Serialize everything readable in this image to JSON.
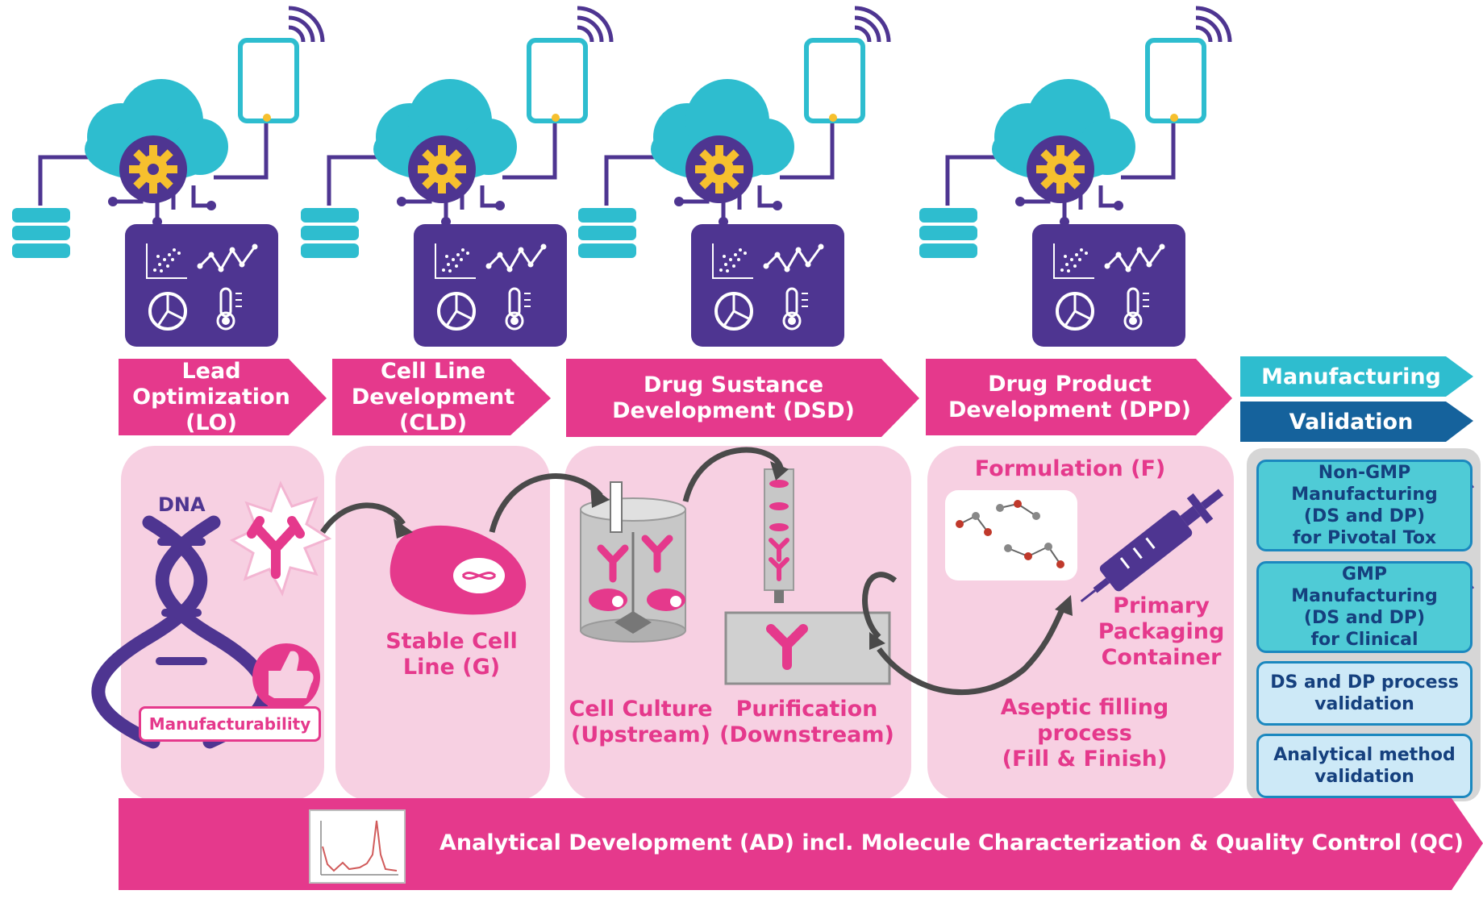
{
  "stages": [
    {
      "lines": [
        "Lead",
        "Optimization",
        "(LO)"
      ]
    },
    {
      "lines": [
        "Cell Line",
        "Development",
        "(CLD)"
      ]
    },
    {
      "lines": [
        "Drug Sustance",
        "Development (DSD)"
      ]
    },
    {
      "lines": [
        "Drug Product",
        "Development (DPD)"
      ]
    }
  ],
  "manufacturing_label": "Manufacturing",
  "validation_label": "Validation",
  "lo_panel": {
    "dna_label": "DNA",
    "manufacturability_label": "Manufacturability"
  },
  "cld_panel": {
    "stable_cell_line": [
      "Stable Cell",
      "Line (G)"
    ]
  },
  "dsd_panel": {
    "cell_culture": [
      "Cell Culture",
      "(Upstream)"
    ],
    "purification": [
      "Purification",
      "(Downstream)"
    ]
  },
  "dpd_panel": {
    "formulation": "Formulation (F)",
    "primary_packaging": [
      "Primary",
      "Packaging",
      "Container"
    ],
    "aseptic_filling": [
      "Aseptic filling",
      "process",
      "(Fill & Finish)"
    ]
  },
  "validation_boxes": [
    {
      "lines": [
        "Non-GMP",
        "Manufacturing",
        "(DS and DP)",
        "for Pivotal Tox"
      ]
    },
    {
      "lines": [
        "GMP",
        "Manufacturing",
        "(DS and DP)",
        "for Clinical"
      ]
    },
    {
      "lines": [
        "DS and DP process",
        "validation"
      ]
    },
    {
      "lines": [
        "Analytical method",
        "validation"
      ]
    }
  ],
  "analytical_bar": "Analytical Development (AD) incl. Molecule Characterization & Quality Control (QC)",
  "colors": {
    "pink": "#e5398c",
    "panel_pink": "#f7d0e2",
    "purple": "#4e3591",
    "teal": "#2ebdcf",
    "gold": "#f6c02e",
    "dark_blue": "#15629c",
    "light_blue": "#cde9f7"
  },
  "icons": [
    "cloud-gear-icon",
    "tablet-wireless-icon",
    "database-icon",
    "scatter-plot-icon",
    "line-chart-icon",
    "pie-chart-icon",
    "thermometer-icon",
    "dna-icon",
    "antibody-icon",
    "thumbs-up-icon",
    "cell-icon",
    "bioreactor-icon",
    "chromatography-column-icon",
    "syringe-icon",
    "molecule-icon",
    "chromatogram-icon"
  ]
}
